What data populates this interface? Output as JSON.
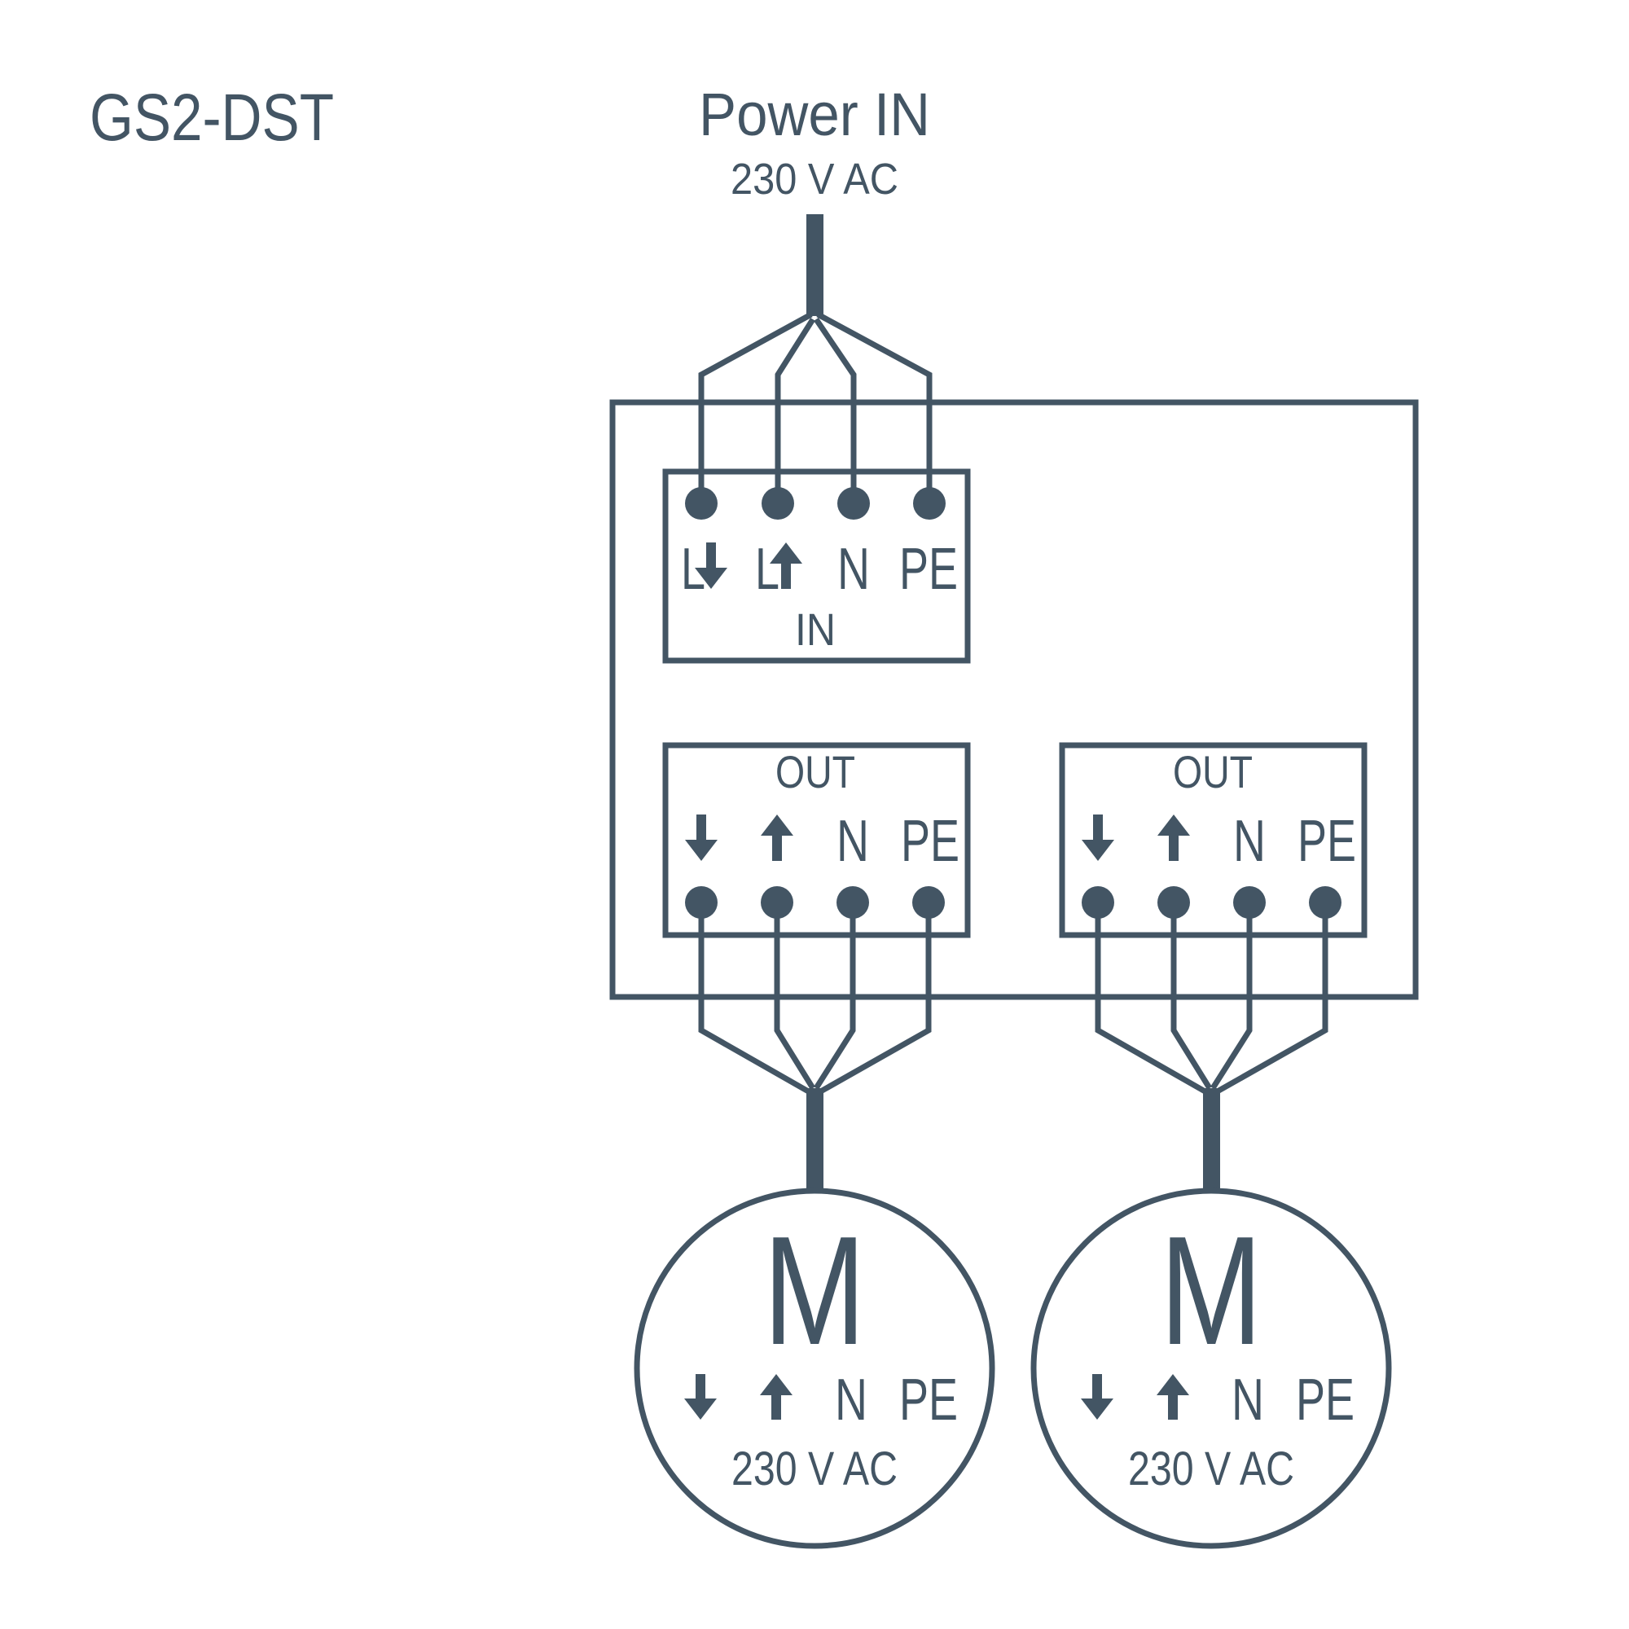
{
  "title": "GS2-DST",
  "color": "#435564",
  "power_in": {
    "label": "Power IN",
    "voltage": "230 V AC"
  },
  "in_block": {
    "label": "IN",
    "terminals": [
      {
        "letter": "L",
        "arrow": "down",
        "name": "L-down"
      },
      {
        "letter": "L",
        "arrow": "up",
        "name": "L-up"
      },
      {
        "letter": "N",
        "arrow": "",
        "name": "N"
      },
      {
        "letter": "PE",
        "arrow": "",
        "name": "PE"
      }
    ]
  },
  "out_blocks": [
    {
      "label": "OUT",
      "terminals": [
        {
          "letter": "",
          "arrow": "down",
          "name": "down"
        },
        {
          "letter": "",
          "arrow": "up",
          "name": "up"
        },
        {
          "letter": "N",
          "arrow": "",
          "name": "N"
        },
        {
          "letter": "PE",
          "arrow": "",
          "name": "PE"
        }
      ]
    },
    {
      "label": "OUT",
      "terminals": [
        {
          "letter": "",
          "arrow": "down",
          "name": "down"
        },
        {
          "letter": "",
          "arrow": "up",
          "name": "up"
        },
        {
          "letter": "N",
          "arrow": "",
          "name": "N"
        },
        {
          "letter": "PE",
          "arrow": "",
          "name": "PE"
        }
      ]
    }
  ],
  "motors": [
    {
      "symbol": "M",
      "terminals": [
        {
          "letter": "",
          "arrow": "down"
        },
        {
          "letter": "",
          "arrow": "up"
        },
        {
          "letter": "N",
          "arrow": ""
        },
        {
          "letter": "PE",
          "arrow": ""
        }
      ],
      "voltage": "230 V AC"
    },
    {
      "symbol": "M",
      "terminals": [
        {
          "letter": "",
          "arrow": "down"
        },
        {
          "letter": "",
          "arrow": "up"
        },
        {
          "letter": "N",
          "arrow": ""
        },
        {
          "letter": "PE",
          "arrow": ""
        }
      ],
      "voltage": "230 V AC"
    }
  ]
}
